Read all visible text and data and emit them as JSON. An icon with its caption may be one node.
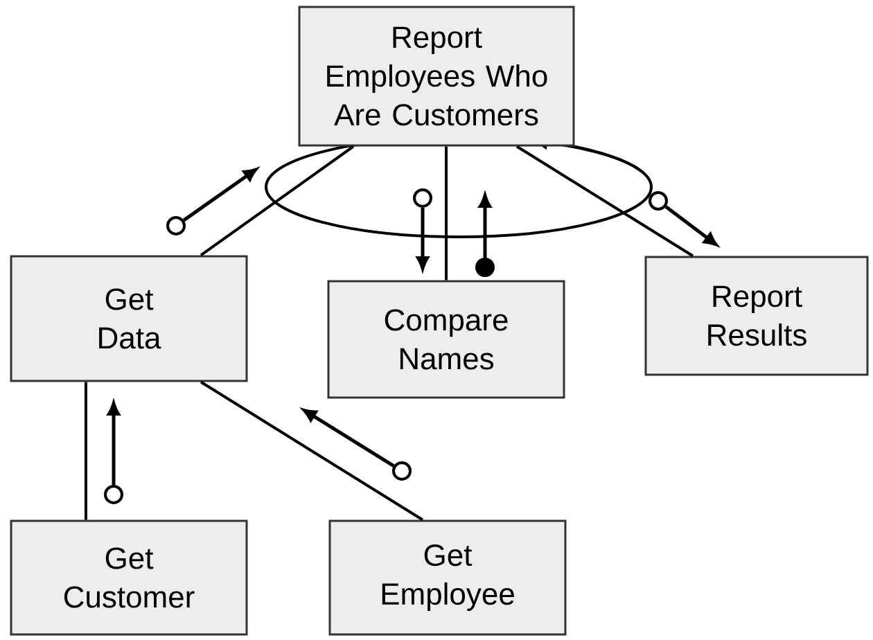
{
  "diagram": {
    "nodes": [
      {
        "text": [
          "Report Employees Who Are Customers"
        ]
      },
      {
        "text": [
          "Get Data"
        ]
      },
      {
        "text": [
          "Compare Names"
        ]
      },
      {
        "text": [
          "Report Results"
        ]
      },
      {
        "text": [
          "Get Customer"
        ]
      },
      {
        "text": [
          "Get Employee"
        ]
      }
    ],
    "edges": [
      {
        "from": 0,
        "to": 1,
        "arrow": "none"
      },
      {
        "from": 0,
        "to": 2,
        "arrow": "none"
      },
      {
        "from": 0,
        "to": 3,
        "arrow": "none"
      },
      {
        "from": 1,
        "to": 4,
        "arrow": "none"
      },
      {
        "from": 1,
        "to": 5,
        "arrow": "none"
      }
    ]
  }
}
